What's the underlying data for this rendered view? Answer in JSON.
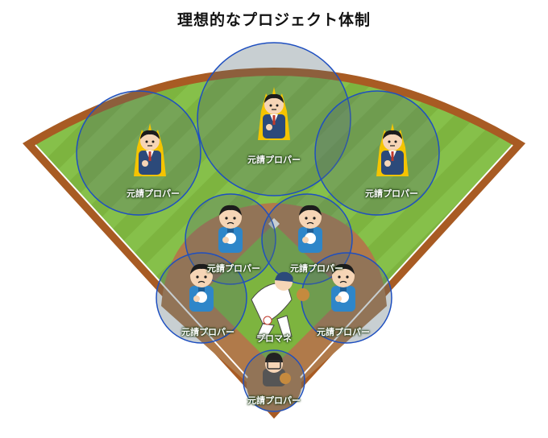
{
  "title": "理想的なプロジェクト体制",
  "roles": {
    "center": "元請プロパー",
    "left_field": "元請プロパー",
    "right_field": "元請プロパー",
    "second_base": "元請プロパー",
    "shortstop": "元請プロパー",
    "third_base": "元請プロパー",
    "first_base": "元請プロパー",
    "pitcher": "プロマネ",
    "catcher": "元請プロパー"
  },
  "icons": {
    "manager": "businessman-suit-icon",
    "fielder": "baseball-player-blue-uniform-icon",
    "pitcher": "pitcher-throwing-icon",
    "catcher": "catcher-icon"
  },
  "colors": {
    "outfield_grass": "#8bc34a",
    "infield_dirt": "#b07a4a",
    "warning_track": "#a85b23",
    "circle_fill": "#556b72",
    "circle_stroke": "#1e4fc0",
    "uniform": "#2e86c9",
    "suit": "#2c4a7a",
    "aura": "#f5c400"
  }
}
